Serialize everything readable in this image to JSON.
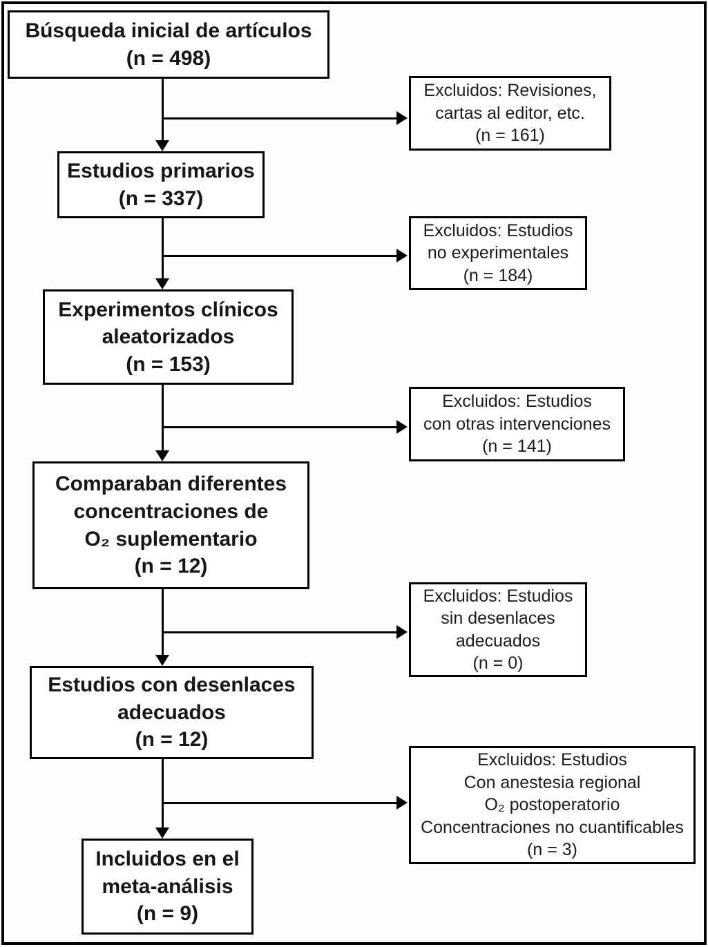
{
  "diagram": {
    "type": "flowchart",
    "language": "es",
    "colors": {
      "box_border": "#000000",
      "box_background": "#ffffff",
      "text": "#161616",
      "frame_border": "#000000",
      "page_background": "#ffffff"
    },
    "main_boxes": [
      {
        "id": "busqueda-inicial",
        "n": 498,
        "lines": [
          "Búsqueda inicial de artículos",
          "(n = 498)"
        ]
      },
      {
        "id": "estudios-primarios",
        "n": 337,
        "lines": [
          "Estudios primarios",
          "(n = 337)"
        ]
      },
      {
        "id": "experimentos-clinicos",
        "n": 153,
        "lines": [
          "Experimentos clínicos",
          "aleatorizados",
          "(n = 153)"
        ]
      },
      {
        "id": "comparaban-concentraciones",
        "n": 12,
        "lines": [
          "Comparaban diferentes",
          "concentraciones de",
          "O₂ suplementario",
          "(n = 12)"
        ]
      },
      {
        "id": "estudios-desenlaces-adecuados",
        "n": 12,
        "lines": [
          "Estudios con desenlaces",
          "adecuados",
          "(n = 12)"
        ]
      },
      {
        "id": "incluidos-meta-analisis",
        "n": 9,
        "lines": [
          "Incluidos en el",
          "meta-análisis",
          "(n = 9)"
        ]
      }
    ],
    "exclusion_boxes": [
      {
        "id": "excluidos-revisiones",
        "n": 161,
        "lines": [
          "Excluidos: Revisiones,",
          "cartas al editor, etc.",
          "(n = 161)"
        ]
      },
      {
        "id": "excluidos-no-experimentales",
        "n": 184,
        "lines": [
          "Excluidos: Estudios",
          "no experimentales",
          "(n = 184)"
        ]
      },
      {
        "id": "excluidos-otras-intervenciones",
        "n": 141,
        "lines": [
          "Excluidos: Estudios",
          "con otras intervenciones",
          "(n = 141)"
        ]
      },
      {
        "id": "excluidos-sin-desenlaces",
        "n": 0,
        "lines": [
          "Excluidos: Estudios",
          "sin desenlaces",
          "adecuados",
          "(n = 0)"
        ]
      },
      {
        "id": "excluidos-varios",
        "n": 3,
        "lines": [
          "Excluidos: Estudios",
          "Con anestesia regional",
          "O₂ postoperatorio",
          "Concentraciones no cuantificables",
          "(n = 3)"
        ]
      }
    ]
  }
}
